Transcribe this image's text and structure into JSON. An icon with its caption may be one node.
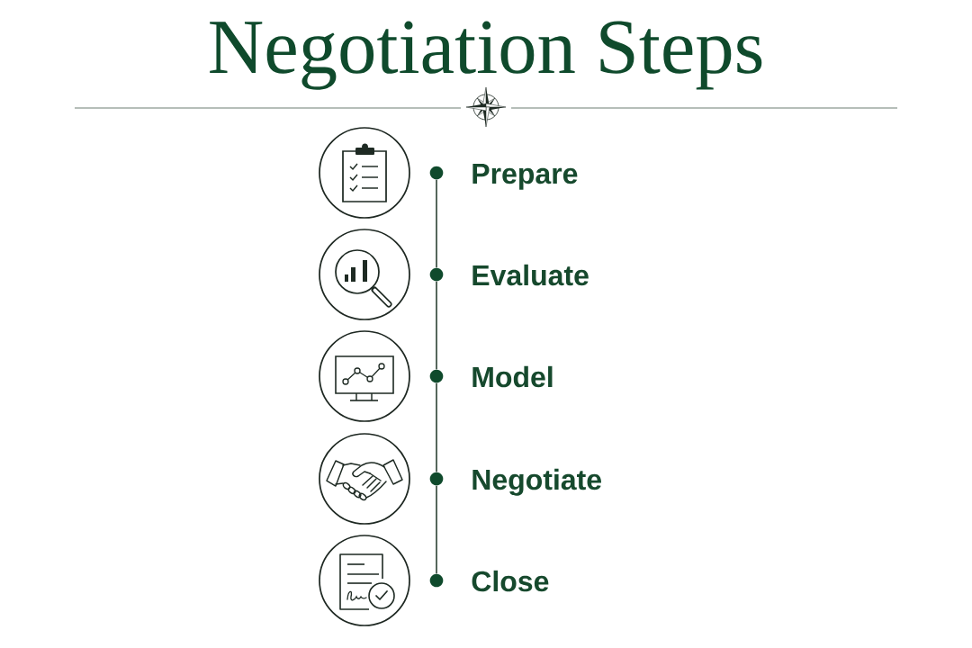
{
  "diagram": {
    "title": "Negotiation Steps",
    "nodes": [
      {
        "text": [],
        "shape": "circle",
        "beside": [
          "Prepare"
        ]
      },
      {
        "text": [],
        "shape": "circle",
        "beside": [
          "Evaluate"
        ]
      },
      {
        "text": [],
        "shape": "circle",
        "beside": [
          "Model"
        ]
      },
      {
        "text": [],
        "shape": "circle",
        "beside": [
          "Negotiate"
        ]
      },
      {
        "text": [],
        "shape": "circle",
        "beside": [
          "Close"
        ]
      }
    ],
    "edges": [
      {
        "from": 0,
        "to": 1,
        "arrow": "none"
      },
      {
        "from": 1,
        "to": 2,
        "arrow": "none"
      },
      {
        "from": 2,
        "to": 3,
        "arrow": "none"
      },
      {
        "from": 3,
        "to": 4,
        "arrow": "none"
      }
    ]
  }
}
